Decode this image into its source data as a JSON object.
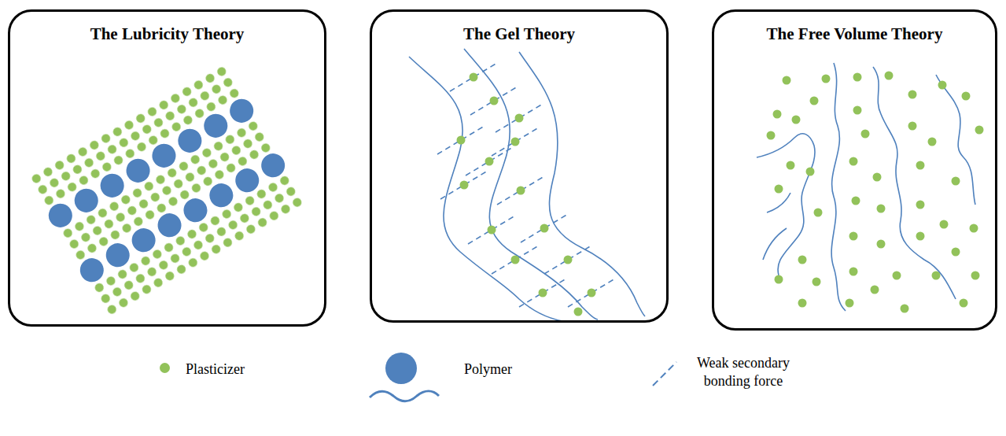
{
  "diagram": {
    "nodes": [
      {
        "text": [
          "The Lubricity Theory"
        ]
      },
      {
        "text": [
          "The Gel Theory"
        ]
      },
      {
        "text": [
          "The Free Volume Theory"
        ]
      }
    ],
    "legend": [
      {
        "text": "Plasticizer",
        "color": "#92c25a"
      },
      {
        "text": "Polymer"
      },
      {
        "text": "Weak secondary bonding force"
      }
    ]
  }
}
